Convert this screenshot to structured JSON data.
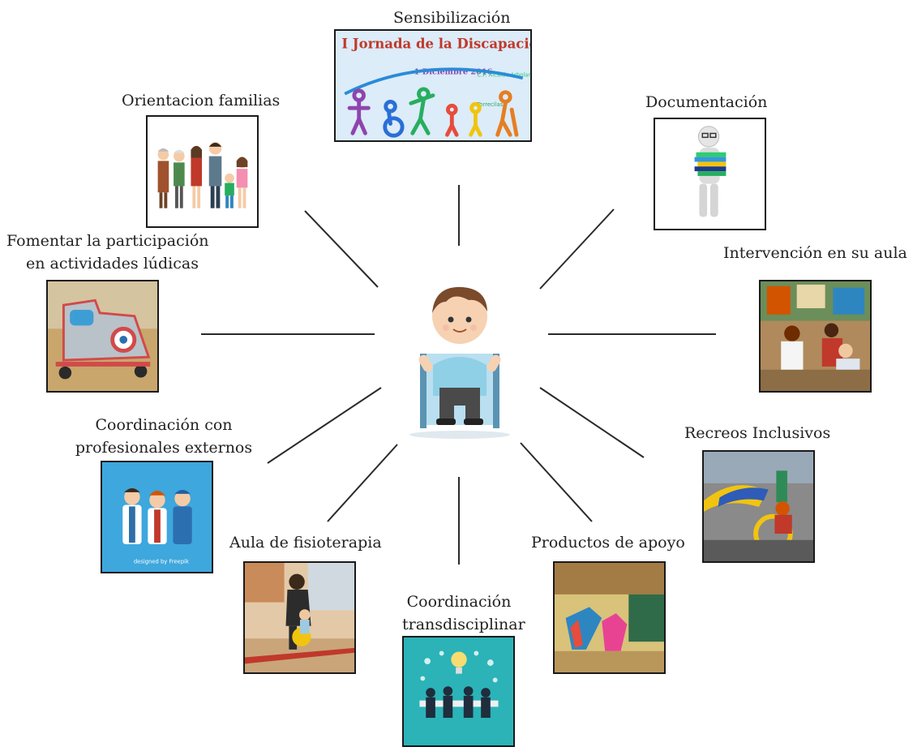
{
  "center": {
    "icon": "child-in-wheelchair-icon"
  },
  "nodes": [
    {
      "id": "sensibilizacion",
      "label": "Sensibilización",
      "icon": "disability-day-banner"
    },
    {
      "id": "documentacion",
      "label": "Documentación",
      "icon": "person-with-books-icon"
    },
    {
      "id": "intervencion",
      "label": "Intervención en su aula",
      "icon": "classroom-photo"
    },
    {
      "id": "recreos",
      "label": "Recreos Inclusivos",
      "icon": "playground-photo"
    },
    {
      "id": "productos",
      "label": "Productos de apoyo",
      "icon": "support-products-photo"
    },
    {
      "id": "coord-trans",
      "label_lines": [
        "Coordinación",
        "transdisciplinar"
      ],
      "icon": "meeting-icon"
    },
    {
      "id": "fisioterapia",
      "label": "Aula de fisioterapia",
      "icon": "physio-room-photo"
    },
    {
      "id": "coord-ext",
      "label_lines": [
        "Coordinación con",
        "profesionales externos"
      ],
      "icon": "doctors-icon"
    },
    {
      "id": "fomentar",
      "label_lines": [
        "Fomentar la participación",
        "en actividades lúdicas"
      ],
      "icon": "ride-on-toy-photo"
    },
    {
      "id": "orientacion",
      "label": "Orientacion familias",
      "icon": "family-icon"
    }
  ],
  "banner": {
    "title": "I Jornada de la Discapacidad",
    "date": "1 Diciembre 2016",
    "school": "C.P. Alcalde Arbolanca",
    "town": "Torrecilas"
  }
}
